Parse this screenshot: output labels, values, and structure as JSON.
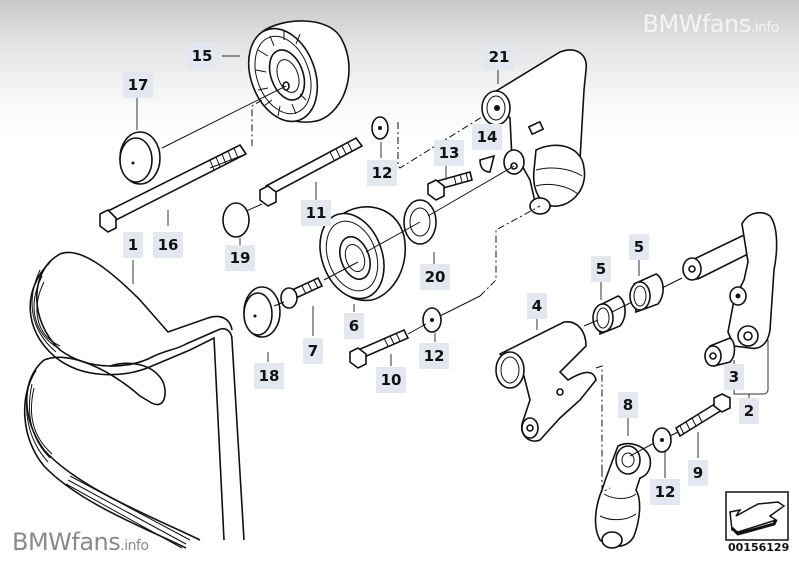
{
  "watermark_top": {
    "brand": "BMWfans",
    "suffix": ".info"
  },
  "watermark_bottom": {
    "brand": "BMWfans",
    "suffix": ".info"
  },
  "diagram_id": "00156129",
  "label_bg": "#e3e8f0",
  "parts": [
    {
      "callout": "1",
      "name": "ribbed-v-belt"
    },
    {
      "callout": "2",
      "name": "bracket-assembly"
    },
    {
      "callout": "3",
      "name": "bushing"
    },
    {
      "callout": "4",
      "name": "tensioner-arm"
    },
    {
      "callout": "5",
      "name": "needle-bearing"
    },
    {
      "callout": "6",
      "name": "idler-pulley"
    },
    {
      "callout": "7",
      "name": "pulley-bolt"
    },
    {
      "callout": "8",
      "name": "hydraulic-tensioner"
    },
    {
      "callout": "9",
      "name": "hex-bolt"
    },
    {
      "callout": "10",
      "name": "hex-bolt"
    },
    {
      "callout": "11",
      "name": "hex-bolt"
    },
    {
      "callout": "12",
      "name": "washer"
    },
    {
      "callout": "13",
      "name": "hex-bolt"
    },
    {
      "callout": "14",
      "name": "clip"
    },
    {
      "callout": "15",
      "name": "tension-pulley"
    },
    {
      "callout": "16",
      "name": "hex-bolt-long"
    },
    {
      "callout": "17",
      "name": "pulley-cap"
    },
    {
      "callout": "18",
      "name": "pulley-cap"
    },
    {
      "callout": "19",
      "name": "cover-cap"
    },
    {
      "callout": "20",
      "name": "spacer-ring"
    },
    {
      "callout": "21",
      "name": "belt-tensioner-assembly"
    }
  ],
  "labels": {
    "l1": "1",
    "l2": "2",
    "l3": "3",
    "l4": "4",
    "l5a": "5",
    "l5b": "5",
    "l6": "6",
    "l7": "7",
    "l8": "8",
    "l9": "9",
    "l10": "10",
    "l11": "11",
    "l12a": "12",
    "l12b": "12",
    "l12c": "12",
    "l13": "13",
    "l14": "14",
    "l15": "15",
    "l16": "16",
    "l17": "17",
    "l18": "18",
    "l19": "19",
    "l20": "20",
    "l21": "21"
  }
}
